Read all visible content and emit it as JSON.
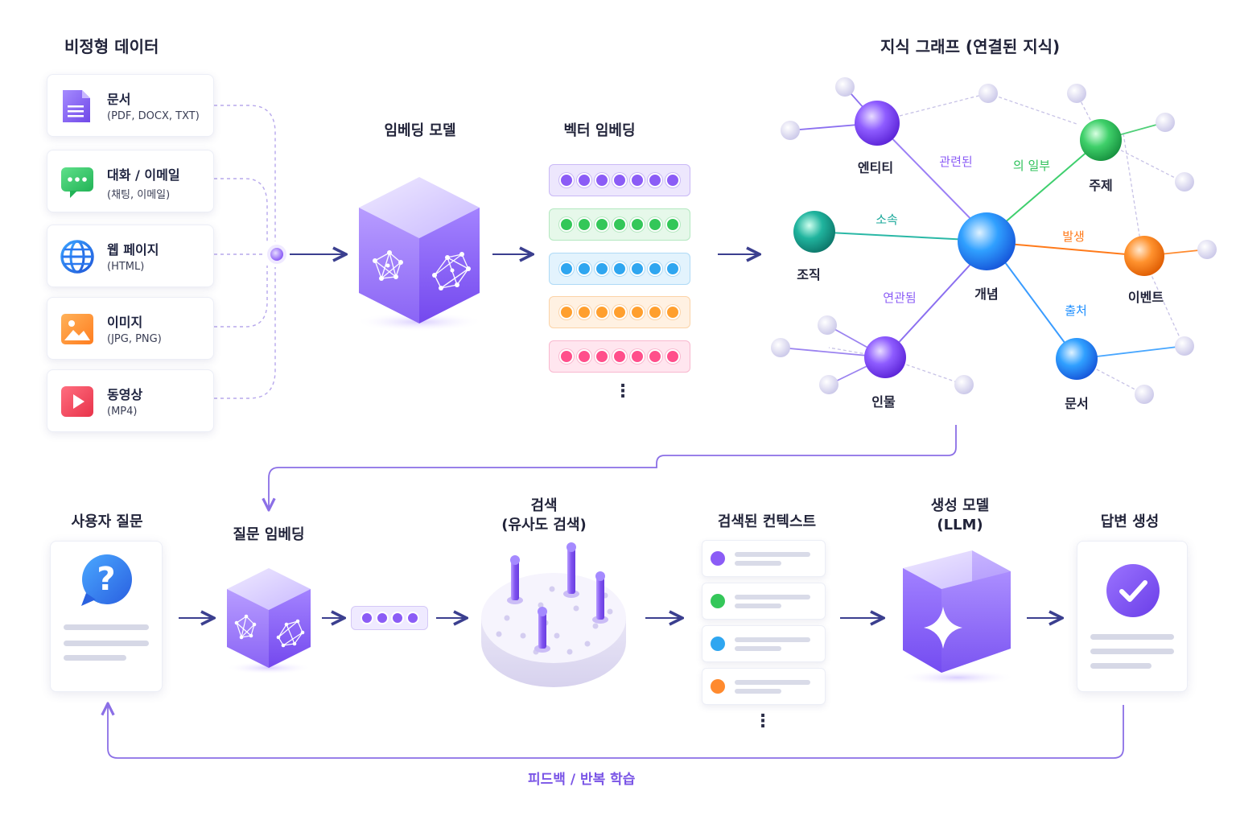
{
  "sources": {
    "title": "비정형 데이터",
    "items": [
      {
        "label": "문서",
        "sub": "(PDF, DOCX, TXT)",
        "icon": "document-icon"
      },
      {
        "label": "대화 / 이메일",
        "sub": "(채팅, 이메일)",
        "icon": "chat-icon"
      },
      {
        "label": "웹 페이지",
        "sub": "(HTML)",
        "icon": "globe-icon"
      },
      {
        "label": "이미지",
        "sub": "(JPG, PNG)",
        "icon": "image-icon"
      },
      {
        "label": "동영상",
        "sub": "(MP4)",
        "icon": "video-icon"
      }
    ]
  },
  "embedding_model": {
    "title": "임베딩 모델"
  },
  "vector_embedding": {
    "title": "벡터 임베딩",
    "rows": [
      {
        "color": "#8b5cf6",
        "bg": "#ede7fd",
        "border": "#c9b8f6"
      },
      {
        "color": "#34c759",
        "bg": "#e6f8ea",
        "border": "#b4e8c0"
      },
      {
        "color": "#2fa6f0",
        "bg": "#e3f3fd",
        "border": "#aedaf6"
      },
      {
        "color": "#ff9f2e",
        "bg": "#fff1e2",
        "border": "#fbd3a7"
      },
      {
        "color": "#ff4f8b",
        "bg": "#ffe6ef",
        "border": "#f9b8cf"
      }
    ],
    "ellipsis": "⋮"
  },
  "knowledge_graph": {
    "title": "지식 그래프 (연결된 지식)",
    "nodes": [
      {
        "id": "entity",
        "label": "엔티티",
        "color": "#7c4dff"
      },
      {
        "id": "topic",
        "label": "주제",
        "color": "#2fc25b"
      },
      {
        "id": "org",
        "label": "조직",
        "color": "#1aa89a"
      },
      {
        "id": "concept",
        "label": "개념",
        "color": "#1e8fff"
      },
      {
        "id": "event",
        "label": "이벤트",
        "color": "#ff8a1e"
      },
      {
        "id": "person",
        "label": "인물",
        "color": "#7c4dff"
      },
      {
        "id": "doc",
        "label": "문서",
        "color": "#1e8fff"
      }
    ],
    "edges": [
      {
        "label": "관련된",
        "color": "#8b5cf6"
      },
      {
        "label": "의 일부",
        "color": "#2fc25b"
      },
      {
        "label": "소속",
        "color": "#1aa89a"
      },
      {
        "label": "발생",
        "color": "#ff7a1a"
      },
      {
        "label": "연관됨",
        "color": "#8b5cf6"
      },
      {
        "label": "출처",
        "color": "#1e8fff"
      }
    ]
  },
  "pipeline": {
    "user_question": "사용자 질문",
    "question_embedding": "질문 임베딩",
    "search_title": "검색",
    "search_sub": "(유사도 검색)",
    "retrieved_context": "검색된 컨텍스트",
    "gen_model_title": "생성 모델",
    "gen_model_sub": "(LLM)",
    "answer": "답변 생성",
    "context_dots": [
      "#8b5cf6",
      "#34c759",
      "#2fa6f0",
      "#ff8a2e"
    ],
    "ellipsis": "⋮",
    "feedback": "피드백 / 반복 학습",
    "question_mark": "?"
  }
}
